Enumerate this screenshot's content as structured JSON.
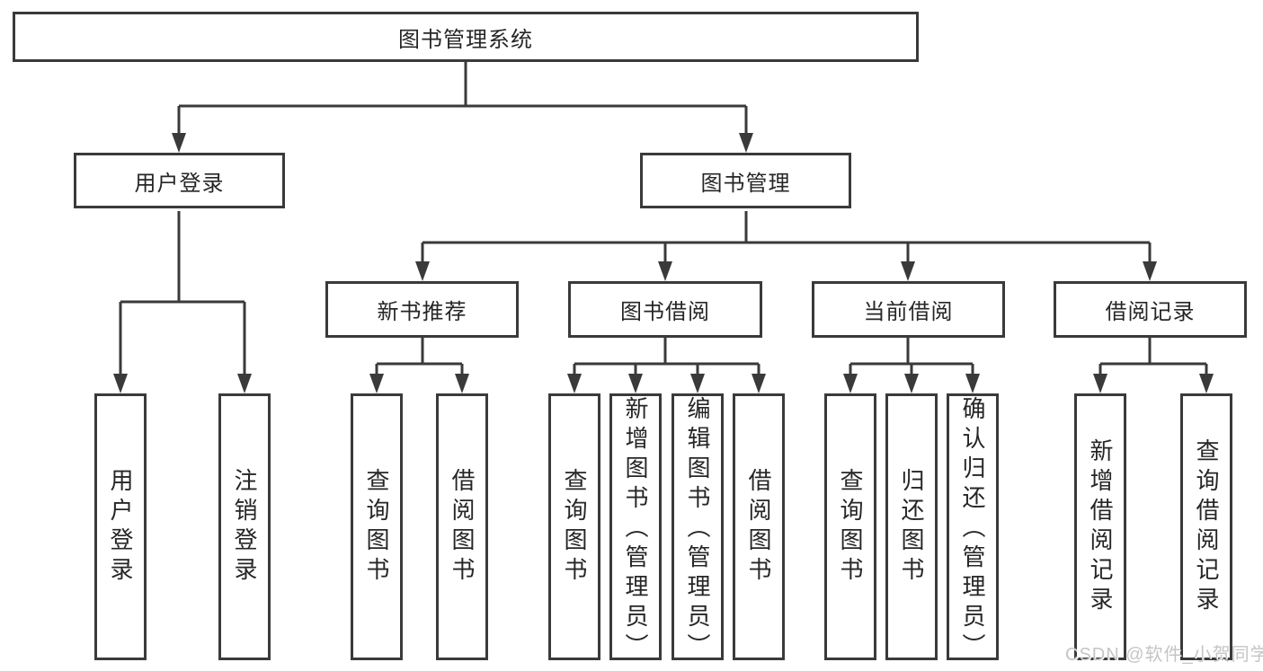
{
  "diagram": {
    "watermark": "CSDN @软件_小贺同学",
    "colors": {
      "line": "#3a3a3a",
      "box_border": "#3a3a3a",
      "text": "#262626",
      "watermark": "#c5c5c5",
      "background": "#ffffff"
    },
    "tree": {
      "root": {
        "label": "图书管理系统",
        "children": [
          {
            "label": "用户登录",
            "children": [
              {
                "label": "用户登录"
              },
              {
                "label": "注销登录"
              }
            ]
          },
          {
            "label": "图书管理",
            "children": [
              {
                "label": "新书推荐",
                "children": [
                  {
                    "label": "查询图书"
                  },
                  {
                    "label": "借阅图书"
                  }
                ]
              },
              {
                "label": "图书借阅",
                "children": [
                  {
                    "label": "查询图书"
                  },
                  {
                    "label": "新增图书（管理员）"
                  },
                  {
                    "label": "编辑图书（管理员）"
                  },
                  {
                    "label": "借阅图书"
                  }
                ]
              },
              {
                "label": "当前借阅",
                "children": [
                  {
                    "label": "查询图书"
                  },
                  {
                    "label": "归还图书"
                  },
                  {
                    "label": "确认归还（管理员）"
                  }
                ]
              },
              {
                "label": "借阅记录",
                "children": [
                  {
                    "label": "新增借阅记录"
                  },
                  {
                    "label": "查询借阅记录"
                  }
                ]
              }
            ]
          }
        ]
      }
    }
  }
}
